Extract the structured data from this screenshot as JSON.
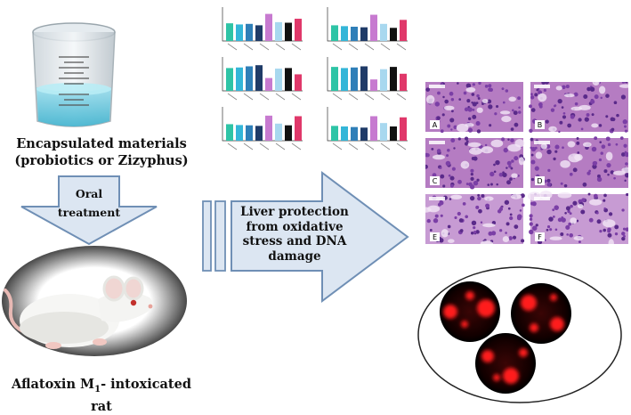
{
  "left_column": {
    "beaker_label": "Encapsulated materials (probiotics or Zizyphus)",
    "arrow_label": "Oral treatment",
    "rat_label_main": "Aflatoxin M",
    "rat_label_sub": "1",
    "rat_label_end": "- intoxicated rat"
  },
  "center": {
    "arrow_text": "Liver protection from oxidative stress and DNA damage"
  },
  "histology": {
    "panel_letters": [
      "A",
      "B",
      "C",
      "D",
      "E",
      "F"
    ]
  },
  "colors": {
    "arrow_fill": "#dce6f2",
    "arrow_stroke": "#6f8fb5",
    "he_stain": "#a85fb4",
    "comet_red": "#ff1a1a"
  }
}
